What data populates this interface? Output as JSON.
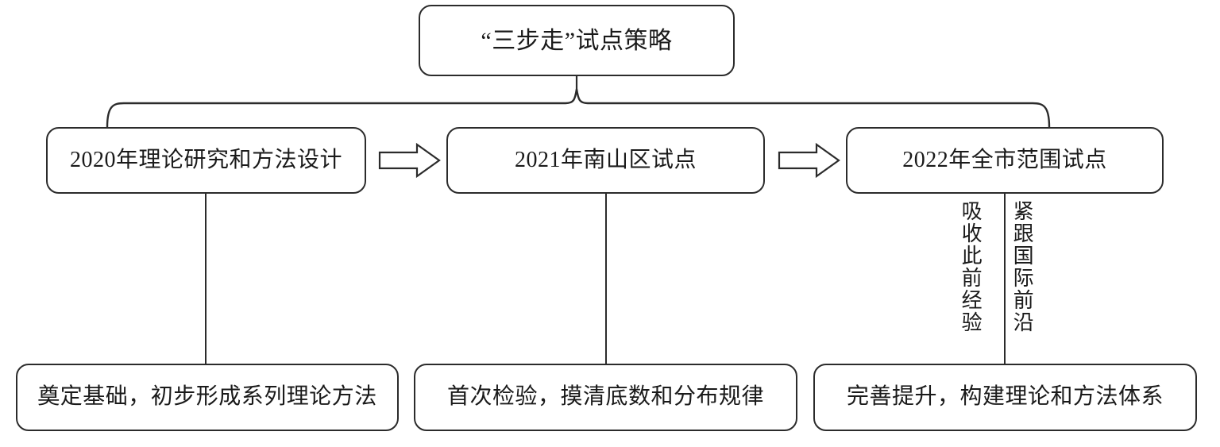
{
  "diagram": {
    "title_box": {
      "label": "“三步走”试点策略"
    },
    "stages": [
      {
        "label": "2020年理论研究和方法设计"
      },
      {
        "label": "2021年南山区试点"
      },
      {
        "label": "2022年全市范围试点"
      }
    ],
    "arrows": [
      {
        "name": "arrow-stage1-to-stage2",
        "direction": "right"
      },
      {
        "name": "arrow-stage2-to-stage3",
        "direction": "right"
      }
    ],
    "results": [
      {
        "label": "奠定基础，初步形成系列理论方法"
      },
      {
        "label": "首次检验，摸清底数和分布规律"
      },
      {
        "label": "完善提升，构建理论和方法体系"
      }
    ],
    "vertical_annotations": [
      {
        "label": "吸收此前经验"
      },
      {
        "label": "紧跟国际前沿"
      }
    ],
    "colors": {
      "stroke": "#2b2b2b",
      "text": "#1a1a1a",
      "background": "#ffffff"
    }
  }
}
